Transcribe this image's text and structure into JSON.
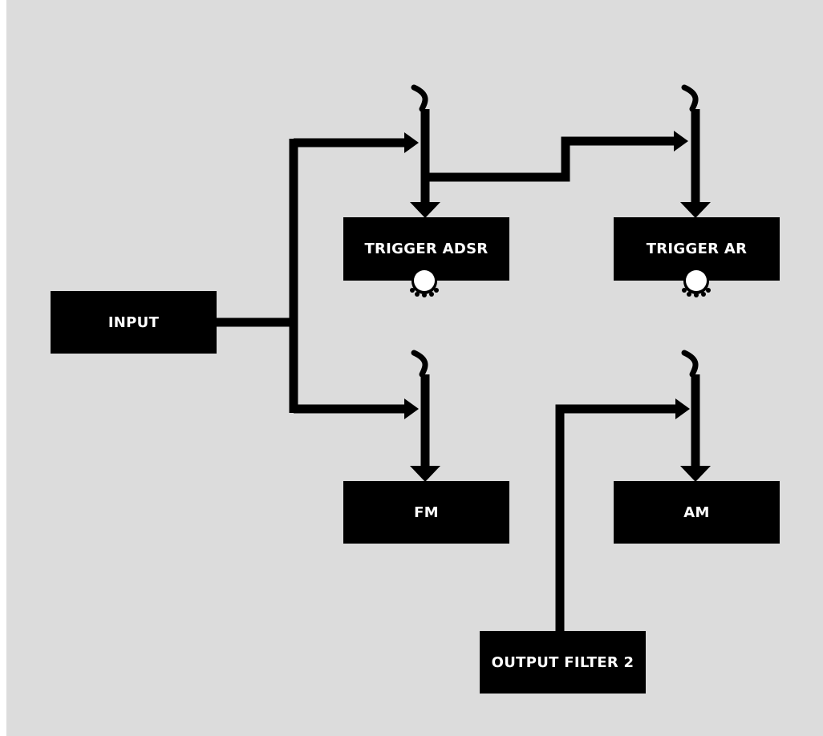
{
  "diagram": {
    "background_color": "#dcdcdc",
    "wire_color": "#000000",
    "nodes": {
      "input": "INPUT",
      "trigger_adsr": "TRIGGER ADSR",
      "trigger_ar": "TRIGGER AR",
      "fm": "FM",
      "am": "AM",
      "output_filter": "OUTPUT FILTER 2"
    },
    "knob_icon": "knob-icon",
    "jack_icon": "patch-jack-icon"
  }
}
